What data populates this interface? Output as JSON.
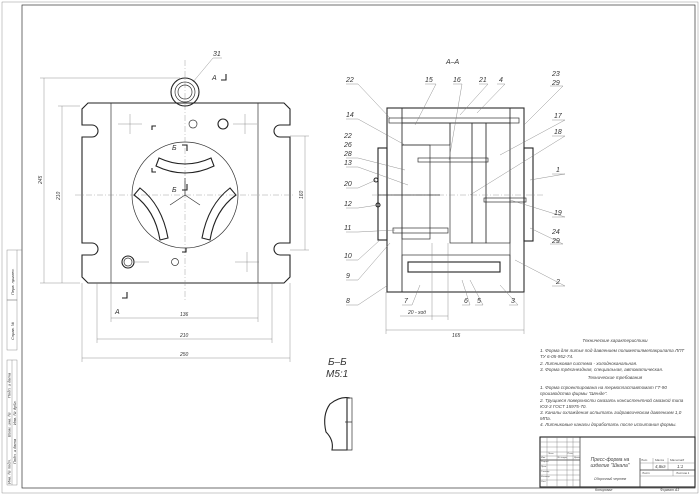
{
  "drawing": {
    "section_aa_title": "А–А",
    "section_bb_title": "Б–Б",
    "section_bb_scale": "М5:1",
    "plan_view": {
      "callout": "31",
      "cut_a_top": "А",
      "cut_a_bottom": "А",
      "cut_b_top": "Б",
      "cut_b_bottom": "Б",
      "dims": {
        "width_inner": "136",
        "width_mid": "210",
        "width_outer": "250",
        "height_outer": "245",
        "height_mid": "210",
        "slot_pitch": "160"
      }
    },
    "section_aa": {
      "callouts": [
        "22",
        "15",
        "16",
        "21",
        "4",
        "23",
        "29",
        "14",
        "17",
        "22",
        "26",
        "28",
        "18",
        "13",
        "1",
        "20",
        "12",
        "19",
        "11",
        "24",
        "29",
        "10",
        "9",
        "2",
        "8",
        "7",
        "6",
        "5",
        "3"
      ],
      "stroke_dim": "20 - ход",
      "width_dim": "165"
    }
  },
  "notes": {
    "characteristics_title": "Технические характеристики",
    "characteristics": [
      "1. Форма для литья под давлением полиметилметакрилата ЛПТ ТУ 6-05-952-74.",
      "2. Литниковая система - холодноканальная.",
      "3. Форма трёхгнездная, специальная, автоматическая."
    ],
    "requirements_title": "Технические требования",
    "requirements": [
      "1. Форма спроектирована на термопластавтомат ГТ-90 производства фирмы \"Шенде\".",
      "2. Трущиеся поверхности смазать консистентной смазкой типа ЮЗ-3 ГОСТ 15975-70.",
      "3. Каналы охлаждения испытать гидравлическим давлением 1,0 МПа.",
      "4. Литниковые каналы доработать после испытания формы."
    ]
  },
  "title_block": {
    "title": "Пресс-форма на изделие \"Шкала\"",
    "subtitle": "Сборочный чертеж",
    "col_lit": "Лит.",
    "col_mass": "Масса",
    "col_scale": "Масштаб",
    "mass": "4,8кг",
    "scale": "1:1",
    "sheet": "Лист",
    "sheets": "Листов 1",
    "row_labels": [
      "Изм.",
      "Лист",
      "№ докум.",
      "Подп.",
      "Дата",
      "Разраб.",
      "Пров.",
      "Т.контр.",
      "Н.контр.",
      "Утв."
    ],
    "copied": "Копировал",
    "format": "Формат А3"
  },
  "side_strip": [
    "Перв. примен.",
    "Справ. №",
    "Подп. и дата",
    "Инв. № дубл.",
    "Взам. инв. №",
    "Подп. и дата",
    "Инв. № подл."
  ]
}
